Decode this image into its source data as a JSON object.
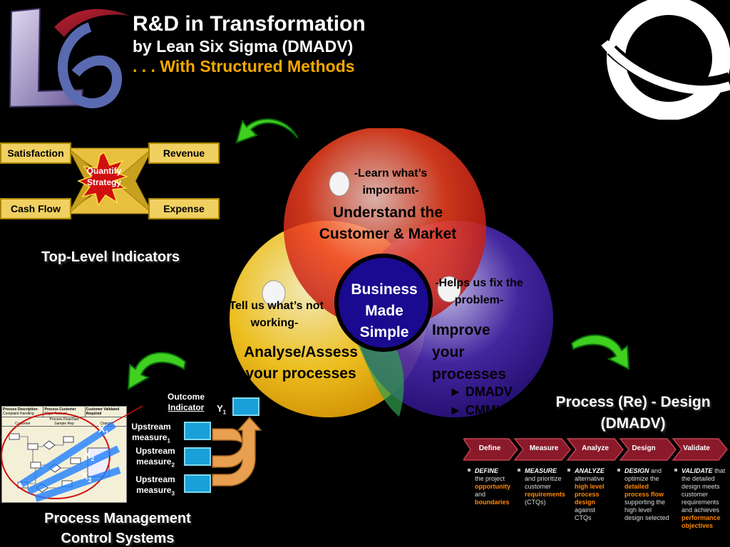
{
  "title": {
    "line1": "R&D in Transformation",
    "line2": "by Lean Six Sigma (DMADV)",
    "line3": ". . . With Structured Methods"
  },
  "indicators": {
    "satisfaction": "Satisfaction",
    "revenue": "Revenue",
    "cash_flow": "Cash Flow",
    "expense": "Expense",
    "center": "Quantify Strategy",
    "heading": "Top-Level Indicators"
  },
  "venn": {
    "red_sub": "-Learn what’s important-",
    "red_main": "Understand the Customer & Market",
    "yellow_sub": "-Tell us what’s not working-",
    "yellow_main": "Analyse/Assess your processes",
    "blue_sub": "-Helps us fix the problem-",
    "blue_main": "Improve your processes",
    "blue_item1": "► DMADV",
    "blue_item2": "► CMMI",
    "center": "Business Made Simple"
  },
  "process": {
    "heading_line1": "Process (Re) - Design",
    "heading_line2": "(DMADV)",
    "steps": [
      "Define",
      "Measure",
      "Analyze",
      "Design",
      "Validate"
    ]
  },
  "step_details": {
    "define": {
      "kw": "DEFINE",
      "t1": "the project",
      "h1": "opportunity",
      "t2": "and",
      "h2": "boundaries"
    },
    "measure": {
      "kw": "MEASURE",
      "t1": "and prioritize customer",
      "h1": "requirements",
      "t2": "(CTQs)"
    },
    "analyze": {
      "kw": "ANALYZE",
      "t1": "alternative",
      "h1": "high level process design",
      "t2": "against CTQs"
    },
    "design": {
      "kw": "DESIGN",
      "t0": "and optimize the",
      "h1": "detailed process flow",
      "t2": "supporting the high level design selected"
    },
    "validate": {
      "kw": "VALIDATE",
      "t1": "that the detailed design meets customer requirements and achieves",
      "h1": "performance objectives"
    }
  },
  "control": {
    "outcome_line1": "Outcome",
    "outcome_line2": "Indicator",
    "y_label": "Y",
    "y_sub": "1",
    "upstream1": "Upstream measure",
    "upstream1_sub": "1",
    "upstream2": "Upstream measure",
    "upstream2_sub": "2",
    "upstream3": "Upstream measure",
    "upstream3_sub": "3",
    "x1": "X",
    "x1_sub": "1",
    "x2": "X",
    "x2_sub": "2",
    "x3": "X",
    "x3_sub": "3",
    "heading_line1": "Process Management",
    "heading_line2": "Control Systems",
    "doc_head1": "Process Description:",
    "doc_head2": "Process Customer",
    "doc_head3": "Customer Validated Required",
    "doc_sub1": "Complaint Handling",
    "doc_sub2": "Major Account",
    "doc_flow": "Process Flowchart",
    "doc_col1": "Customer",
    "doc_col2": "Sample Rep",
    "doc_col3": "Claims"
  },
  "colors": {
    "accent_orange": "#f5a800",
    "venn_red": "#e02010",
    "venn_yellow": "#f0b800",
    "venn_blue": "#3a1a9a",
    "chevron": "#8a1a2a"
  }
}
